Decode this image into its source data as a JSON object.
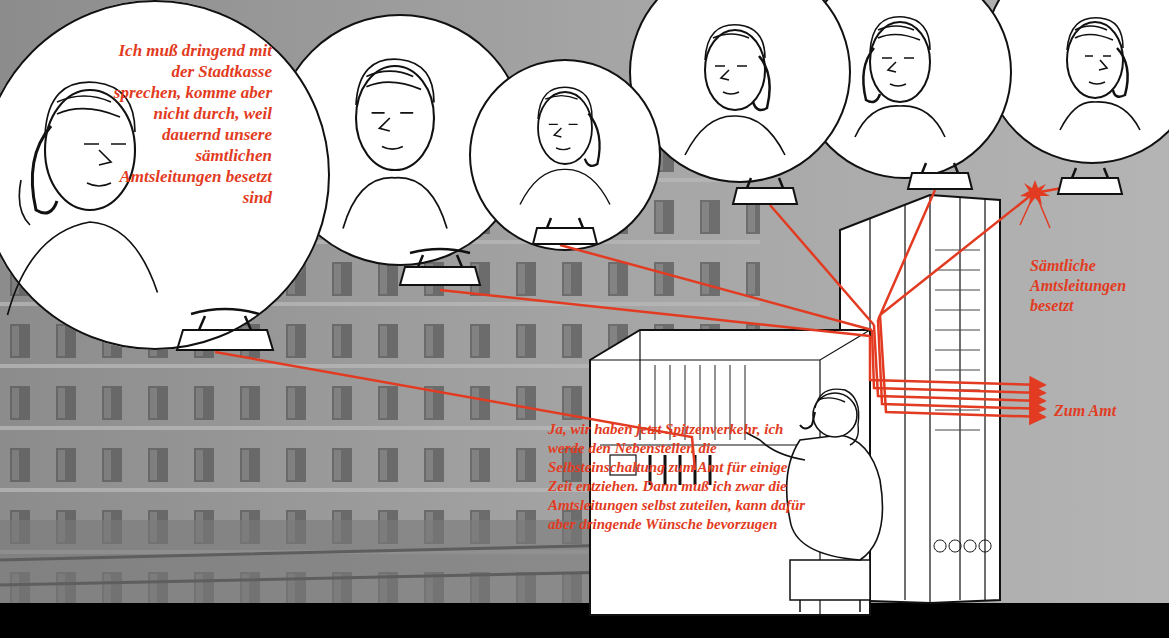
{
  "diagram": {
    "nodes": [
      {
        "text": [
          "Ich muß dringend mit der Stadtkasse sprechen, komme aber nicht durch, weil dauernd unsere sämtlichen Amtsleitungen besetzt sind"
        ]
      }
    ],
    "labels": [
      "Ja, wir haben jetzt Spitzenverkehr, ich werde den Nebenstellen die Selbsteinschaltung zum Amt für einige Zeit entziehen. Dann muß ich zwar die Amtsleitungen selbst zuteilen, kann dafür aber dringende Wünsche bevorzugen",
      "Sämtliche Amtsleitungen besetzt",
      "Zum Amt"
    ]
  }
}
